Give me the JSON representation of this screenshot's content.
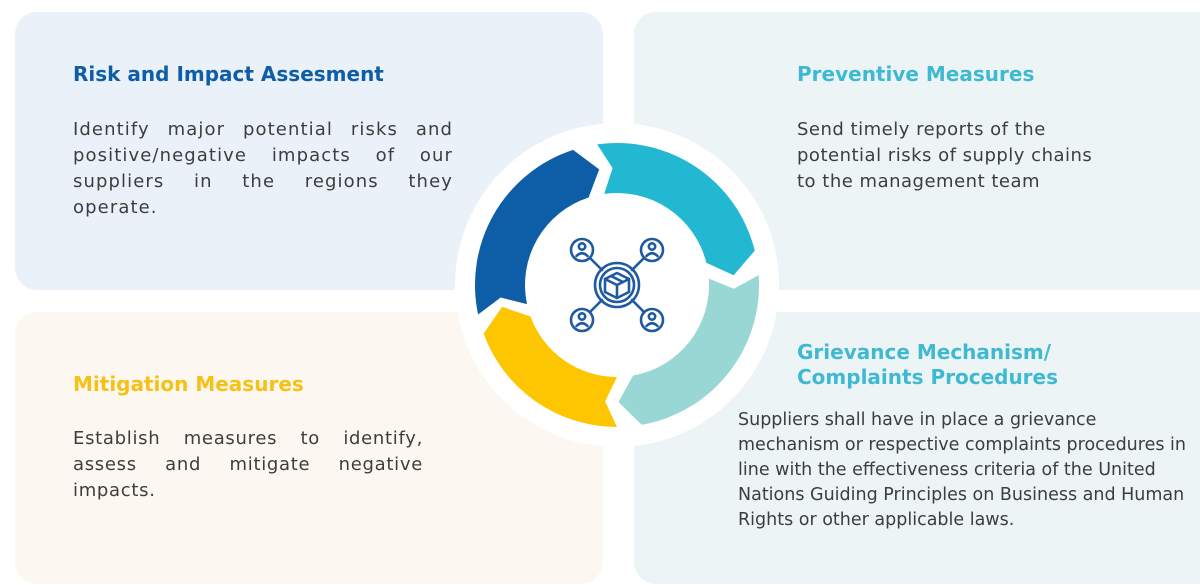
{
  "panels": {
    "risk": {
      "title": "Risk and Impact Assesment",
      "text": "Identify major potential risks and positive/negative impacts of our suppliers in the regions they operate."
    },
    "preventive": {
      "title": "Preventive Measures",
      "text": "Send timely reports of the potential risks of supply chains to the management team"
    },
    "mitigation": {
      "title": "Mitigation Measures",
      "text": "Establish measures to identify, assess and mitigate negative impacts."
    },
    "grievance": {
      "title_line1": "Grievance Mechanism/",
      "title_line2": "Complaints Procedures",
      "text": "Suppliers shall have in place a grievance mechanism or respective complaints procedures in line with the effectiveness criteria of the United Nations Guiding Principles on Business and Human Rights or other applicable laws."
    }
  },
  "colors": {
    "dark_blue": "#0d5ea6",
    "cyan": "#22b8d1",
    "teal_light": "#98d7d4",
    "yellow": "#fdc600",
    "icon": "#1f5aa0"
  },
  "icons": {
    "center": "supply-network-icon"
  }
}
